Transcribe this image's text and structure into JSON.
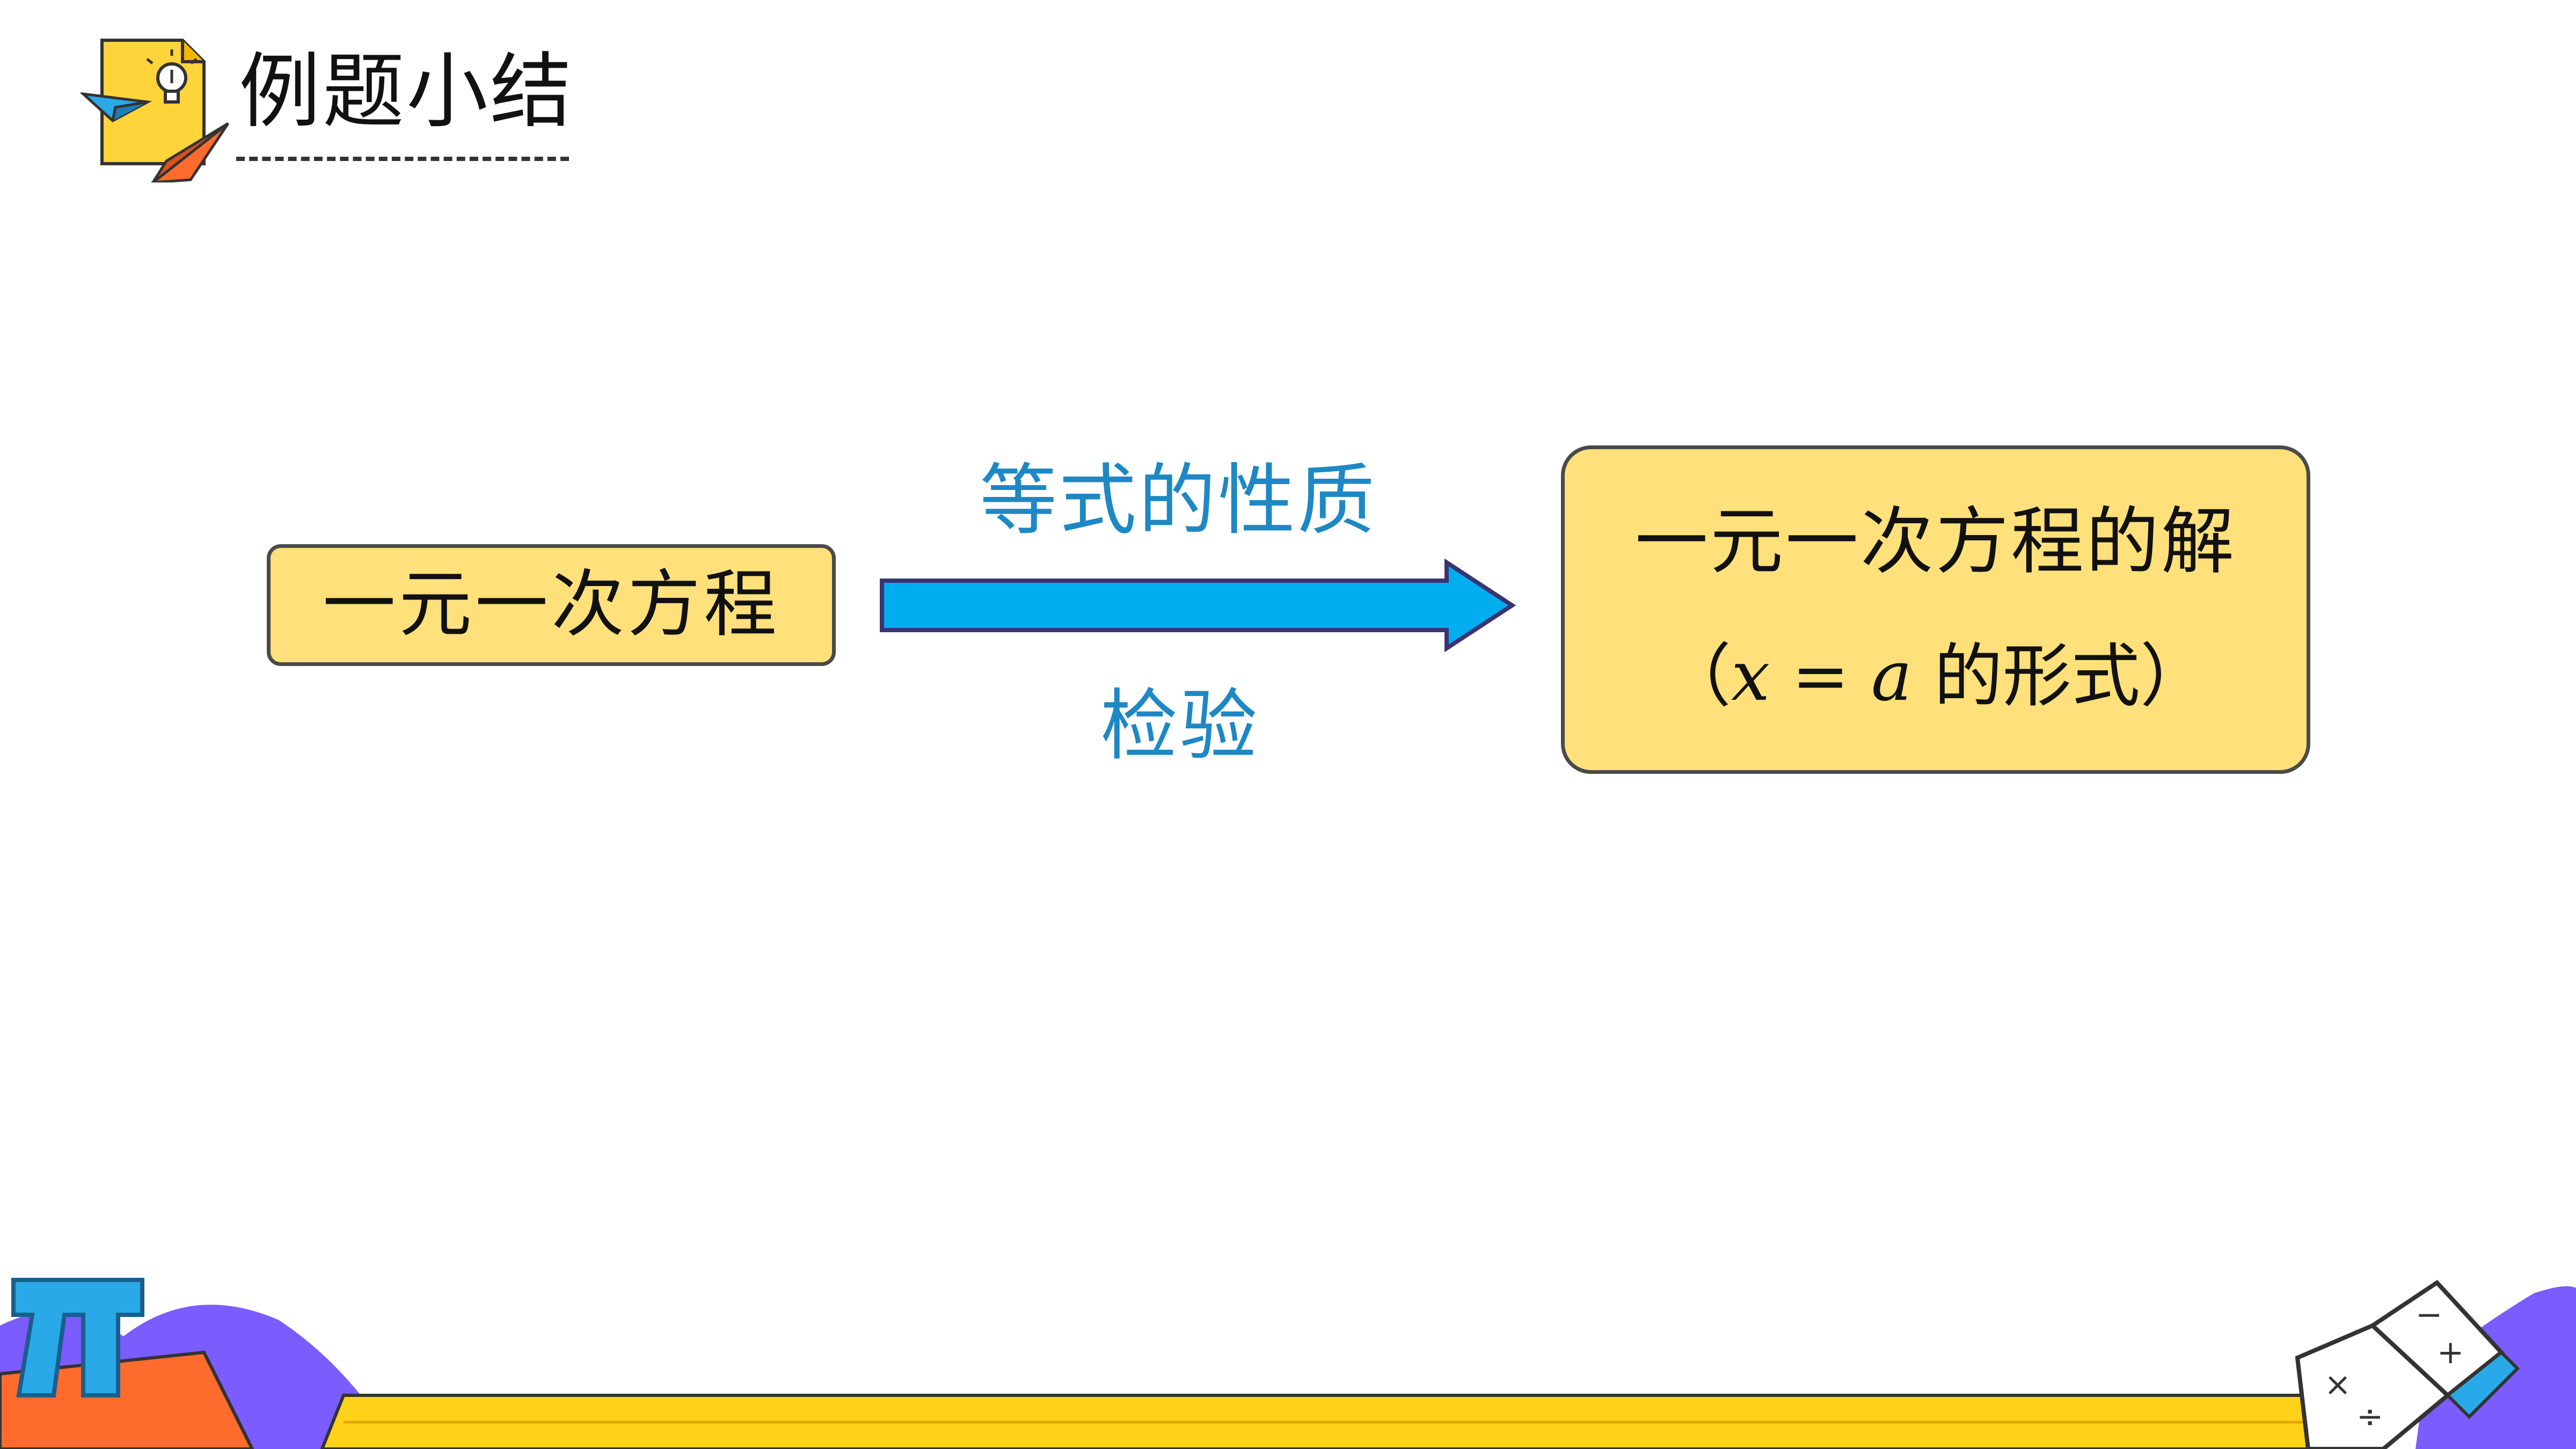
{
  "header": {
    "title": "例题小结",
    "icon": "lightbulb-paper-plane-icon"
  },
  "diagram": {
    "left_box": "一元一次方程",
    "arrow_label_top": "等式的性质",
    "arrow_label_bottom": "检验",
    "right_box_line1": "一元一次方程的解",
    "right_box_line2_open": "（",
    "right_box_math": "x = a",
    "right_box_line2_rest": " 的形式）"
  },
  "footer": {
    "left_icon": "pi-icon",
    "right_icon": "open-book-icon"
  },
  "colors": {
    "box_fill": "#ffe07a",
    "box_border": "#4a4a4a",
    "arrow_fill": "#00aef0",
    "label_blue": "#1e88c4",
    "footer_yellow": "#ffd21a",
    "footer_purple": "#7b5cff",
    "footer_orange": "#ff6b2c"
  }
}
